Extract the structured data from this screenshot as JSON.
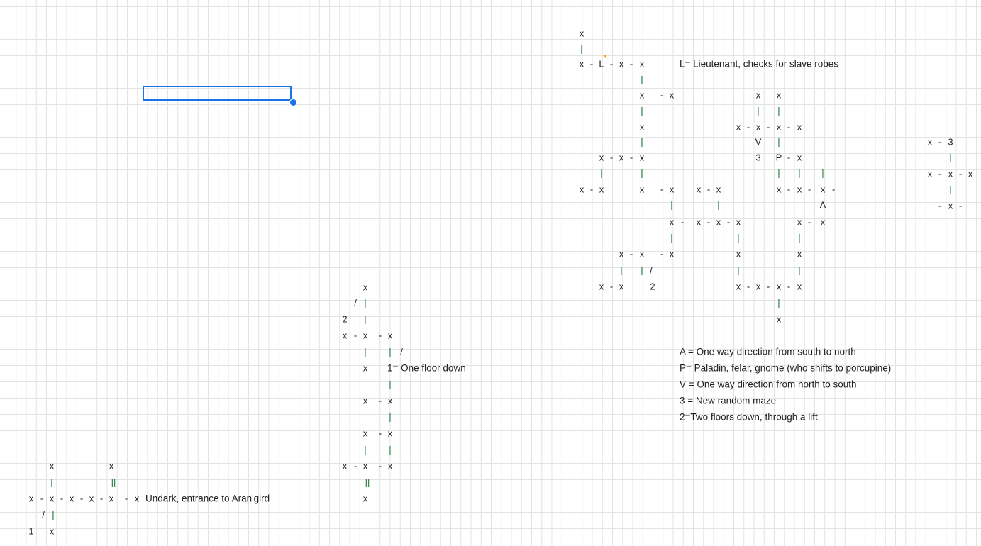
{
  "sheet": {
    "accent_color": "#1a73e8",
    "gridline_color": "#e2e3e3",
    "path_color": "#137333",
    "comment_color": "#f9ab00",
    "cells": [
      {
        "t": "x"
      },
      {
        "t": "|"
      },
      {
        "t": "x"
      },
      {
        "t": "-"
      },
      {
        "t": "L"
      },
      {
        "t": "-"
      },
      {
        "t": "x"
      },
      {
        "t": "-"
      },
      {
        "t": "x"
      },
      {
        "t": "L= Lieutenant, checks for slave robes"
      },
      {
        "t": "|"
      },
      {
        "t": "x"
      },
      {
        "t": "-"
      },
      {
        "t": "x"
      },
      {
        "t": "x"
      },
      {
        "t": "x"
      },
      {
        "t": "|"
      },
      {
        "t": "|"
      },
      {
        "t": "|"
      },
      {
        "t": "x"
      },
      {
        "t": "x"
      },
      {
        "t": "-"
      },
      {
        "t": "x"
      },
      {
        "t": "-"
      },
      {
        "t": "x"
      },
      {
        "t": "-"
      },
      {
        "t": "x"
      },
      {
        "t": "|"
      },
      {
        "t": "V"
      },
      {
        "t": "|"
      },
      {
        "t": "x"
      },
      {
        "t": "-"
      },
      {
        "t": "3"
      },
      {
        "t": "x"
      },
      {
        "t": "-"
      },
      {
        "t": "x"
      },
      {
        "t": "-"
      },
      {
        "t": "x"
      },
      {
        "t": "3"
      },
      {
        "t": "P"
      },
      {
        "t": "-"
      },
      {
        "t": "x"
      },
      {
        "t": "|"
      },
      {
        "t": "|"
      },
      {
        "t": "|"
      },
      {
        "t": "|"
      },
      {
        "t": "|"
      },
      {
        "t": "|"
      },
      {
        "t": "x"
      },
      {
        "t": "-"
      },
      {
        "t": "x"
      },
      {
        "t": "-"
      },
      {
        "t": "x"
      },
      {
        "t": "x"
      },
      {
        "t": "-"
      },
      {
        "t": "x"
      },
      {
        "t": "x"
      },
      {
        "t": "-"
      },
      {
        "t": "x"
      },
      {
        "t": "x"
      },
      {
        "t": "-"
      },
      {
        "t": "x"
      },
      {
        "t": "x"
      },
      {
        "t": "-"
      },
      {
        "t": "x"
      },
      {
        "t": "-"
      },
      {
        "t": "x"
      },
      {
        "t": "-"
      },
      {
        "t": "|"
      },
      {
        "t": "|"
      },
      {
        "t": "|"
      },
      {
        "t": "A"
      },
      {
        "t": "-"
      },
      {
        "t": "x"
      },
      {
        "t": "-"
      },
      {
        "t": "x"
      },
      {
        "t": "-"
      },
      {
        "t": "x"
      },
      {
        "t": "-"
      },
      {
        "t": "x"
      },
      {
        "t": "-"
      },
      {
        "t": "x"
      },
      {
        "t": "x"
      },
      {
        "t": "-"
      },
      {
        "t": "x"
      },
      {
        "t": "|"
      },
      {
        "t": "|"
      },
      {
        "t": "|"
      },
      {
        "t": "x"
      },
      {
        "t": "-"
      },
      {
        "t": "x"
      },
      {
        "t": "-"
      },
      {
        "t": "x"
      },
      {
        "t": "x"
      },
      {
        "t": "x"
      },
      {
        "t": "|"
      },
      {
        "t": "|"
      },
      {
        "t": "/"
      },
      {
        "t": "|"
      },
      {
        "t": "|"
      },
      {
        "t": "x"
      },
      {
        "t": "-"
      },
      {
        "t": "x"
      },
      {
        "t": "2"
      },
      {
        "t": "x"
      },
      {
        "t": "-"
      },
      {
        "t": "x"
      },
      {
        "t": "-"
      },
      {
        "t": "x"
      },
      {
        "t": "-"
      },
      {
        "t": "x"
      },
      {
        "t": "x"
      },
      {
        "t": "/"
      },
      {
        "t": "|"
      },
      {
        "t": "|"
      },
      {
        "t": "2"
      },
      {
        "t": "|"
      },
      {
        "t": "x"
      },
      {
        "t": "x"
      },
      {
        "t": "-"
      },
      {
        "t": "x"
      },
      {
        "t": "-"
      },
      {
        "t": "x"
      },
      {
        "t": "|"
      },
      {
        "t": "|"
      },
      {
        "t": "/"
      },
      {
        "t": "A = One way direction from south to north"
      },
      {
        "t": "x"
      },
      {
        "t": "1= One floor down"
      },
      {
        "t": "P= Paladin, felar, gnome (who shifts to porcupine)"
      },
      {
        "t": "|"
      },
      {
        "t": "V = One way direction from north to south"
      },
      {
        "t": "x"
      },
      {
        "t": "-"
      },
      {
        "t": "x"
      },
      {
        "t": "3 = New random maze"
      },
      {
        "t": "|"
      },
      {
        "t": "2=Two floors down, through a lift"
      },
      {
        "t": "x"
      },
      {
        "t": "-"
      },
      {
        "t": "x"
      },
      {
        "t": "|"
      },
      {
        "t": "|"
      },
      {
        "t": "x"
      },
      {
        "t": "x"
      },
      {
        "t": "x"
      },
      {
        "t": "-"
      },
      {
        "t": "x"
      },
      {
        "t": "-"
      },
      {
        "t": "x"
      },
      {
        "t": "|"
      },
      {
        "t": "||"
      },
      {
        "t": "||"
      },
      {
        "t": "x"
      },
      {
        "t": "-"
      },
      {
        "t": "x"
      },
      {
        "t": "-"
      },
      {
        "t": "x"
      },
      {
        "t": "-"
      },
      {
        "t": "x"
      },
      {
        "t": "-"
      },
      {
        "t": "x"
      },
      {
        "t": "-"
      },
      {
        "t": "x"
      },
      {
        "t": "Undark, entrance to Aran'gird"
      },
      {
        "t": "x"
      },
      {
        "t": "/"
      },
      {
        "t": "|"
      },
      {
        "t": "1"
      },
      {
        "t": "x"
      }
    ]
  }
}
